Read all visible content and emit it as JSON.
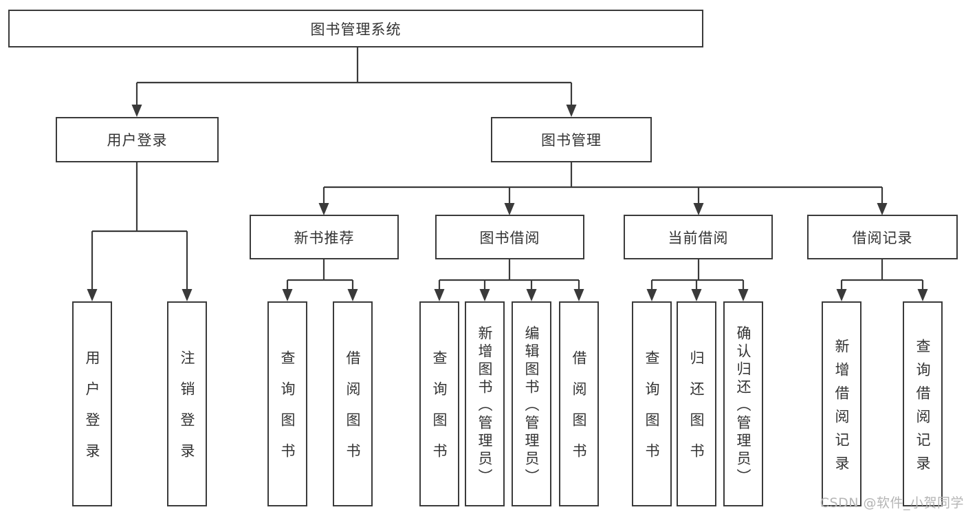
{
  "colors": {
    "line": "#3a3a3a",
    "box_border": "#3a3a3a",
    "box_background": "#ffffff",
    "text": "#333333",
    "watermark_text": "#b5b5b5",
    "page_background": "#ffffff"
  },
  "tree": {
    "root": {
      "label": "图书管理系统",
      "children": [
        {
          "label": "用户登录",
          "children": [
            {
              "label": "用户登录"
            },
            {
              "label": "注销登录"
            }
          ]
        },
        {
          "label": "图书管理",
          "children": [
            {
              "label": "新书推荐",
              "children": [
                {
                  "label": "查询图书"
                },
                {
                  "label": "借阅图书"
                }
              ]
            },
            {
              "label": "图书借阅",
              "children": [
                {
                  "label": "查询图书"
                },
                {
                  "label": "新增图书（管理员）"
                },
                {
                  "label": "编辑图书（管理员）"
                },
                {
                  "label": "借阅图书"
                }
              ]
            },
            {
              "label": "当前借阅",
              "children": [
                {
                  "label": "查询图书"
                },
                {
                  "label": "归还图书"
                },
                {
                  "label": "确认归还（管理员）"
                }
              ]
            },
            {
              "label": "借阅记录",
              "children": [
                {
                  "label": "新增借阅记录"
                },
                {
                  "label": "查询借阅记录"
                }
              ]
            }
          ]
        }
      ]
    }
  },
  "watermark": {
    "text": "CSDN @软件_小贺同学"
  }
}
